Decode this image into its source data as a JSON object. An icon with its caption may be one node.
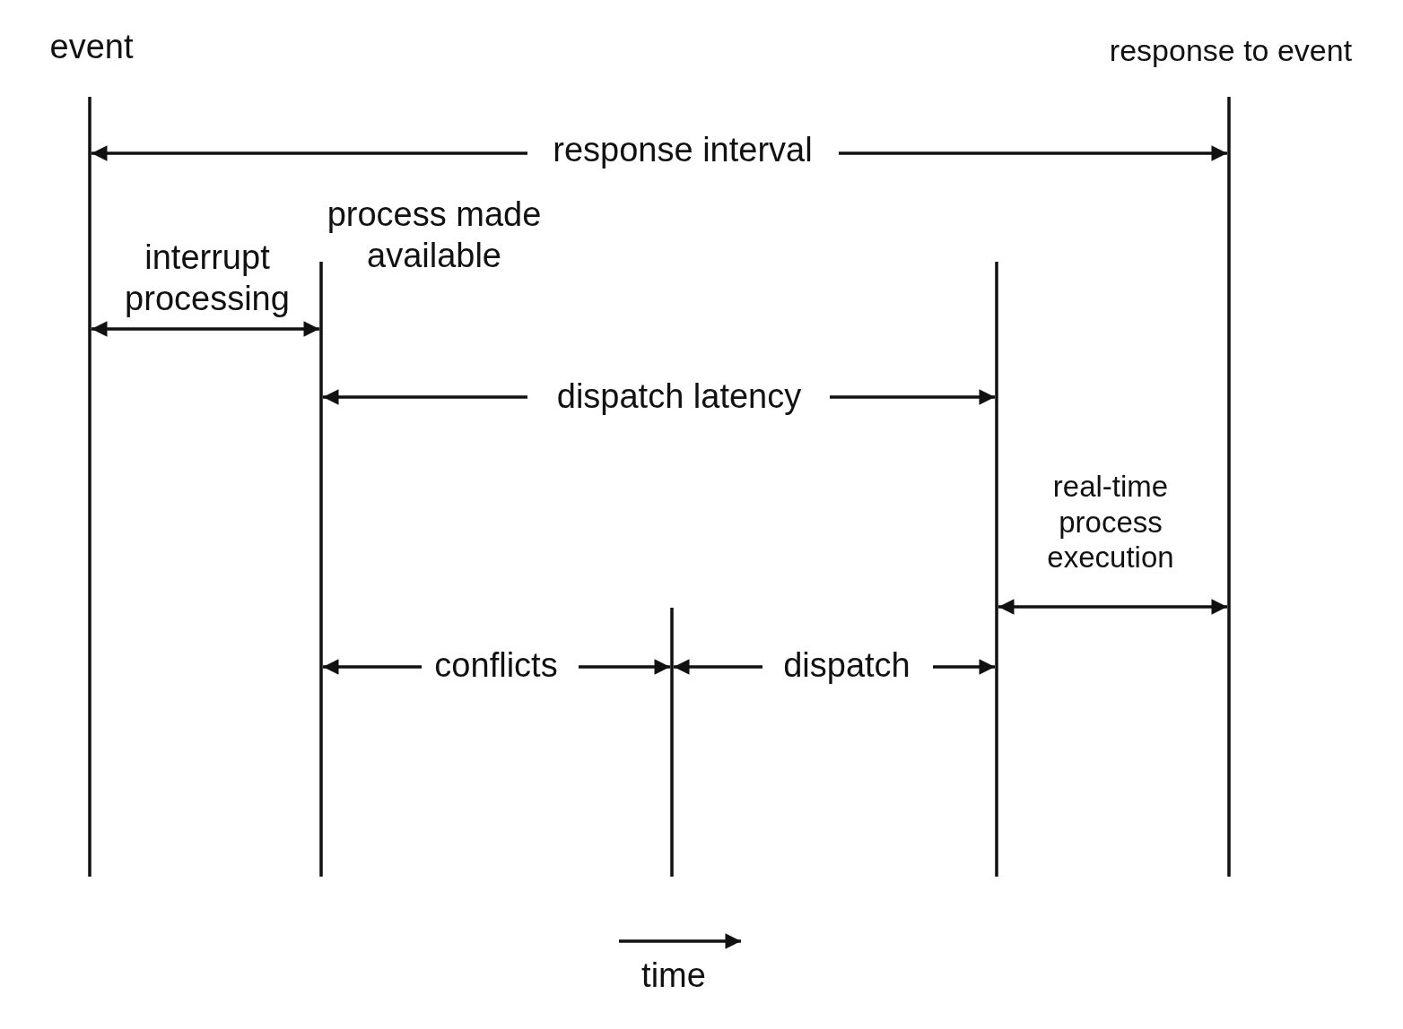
{
  "diagram": {
    "labels": [
      "event",
      "response to event",
      "response interval",
      "process made available",
      "interrupt processing",
      "dispatch latency",
      "real-time process execution",
      "conflicts",
      "dispatch",
      "time"
    ]
  }
}
